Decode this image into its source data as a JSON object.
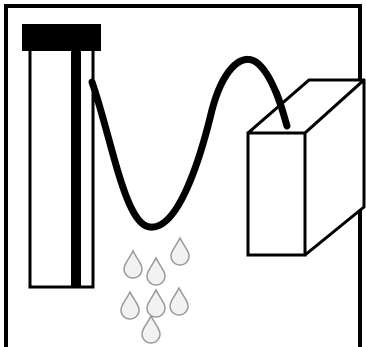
{
  "diagram": {
    "labels": [],
    "components": {
      "frame": "border-frame",
      "cylinder": "cylinder-container",
      "cap": "cylinder-cap",
      "tube": "siphon-tube",
      "box": "box-container",
      "drops": "water-drops"
    },
    "drop_count": 7,
    "colors": {
      "ink": "#000000",
      "paper": "#ffffff",
      "drop_fill": "#f2f2f2",
      "drop_stroke": "#9a9a9a"
    }
  }
}
